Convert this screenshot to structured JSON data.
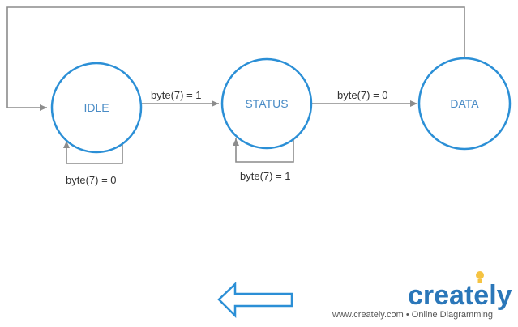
{
  "states": {
    "idle": "IDLE",
    "status": "STATUS",
    "data": "DATA"
  },
  "transitions": {
    "idle_to_status": "byte(7) = 1",
    "idle_self": "byte(7) = 0",
    "status_self": "byte(7) = 1",
    "status_to_data": "byte(7) = 0"
  },
  "branding": {
    "logo_text": "creately",
    "footer_text": "www.creately.com • Online Diagramming"
  },
  "icons": {
    "back_arrow": "left-arrow-icon",
    "bulb": "lightbulb-icon"
  },
  "colors": {
    "state_stroke": "#2b8fd6",
    "state_label": "#4a8cc6",
    "edge": "#8c8c8c",
    "brand": "#2b77b9",
    "bulb": "#f5c342"
  }
}
